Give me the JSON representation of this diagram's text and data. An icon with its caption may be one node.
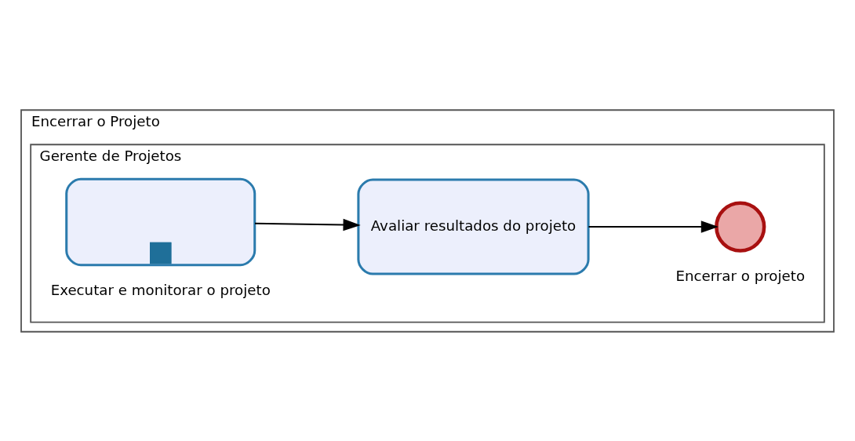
{
  "diagram": {
    "nodes": [
      {
        "text": [
          "Encerrar o Projeto"
        ]
      },
      {
        "text": [
          "Gerente de Projetos"
        ],
        "in": 0
      },
      {
        "text": [],
        "shape": "box",
        "in": 1,
        "beside": [
          "Executar e monitorar o projeto"
        ]
      },
      {
        "text": [
          "Avaliar resultados do projeto"
        ],
        "in": 1
      },
      {
        "text": [],
        "shape": "circle",
        "in": 1,
        "beside": [
          "Encerrar o projeto"
        ]
      }
    ],
    "edges": [
      {
        "from": 2,
        "to": 3,
        "arrow": "to"
      },
      {
        "from": 3,
        "to": 4,
        "arrow": "to"
      }
    ]
  }
}
